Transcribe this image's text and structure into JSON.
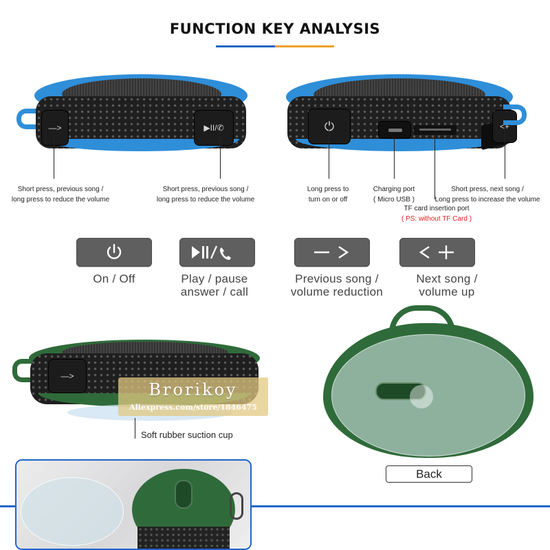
{
  "title": "FUNCTION KEY ANALYSIS",
  "colors": {
    "accent_blue": "#1e66c8",
    "accent_orange": "#f0a020",
    "speaker_blue": "#2f8ed8",
    "speaker_green": "#2f6b3a",
    "key_gray": "#5f5f5f",
    "note_red": "#e02020"
  },
  "left_view": {
    "key_left_glyph": "—>",
    "key_right_glyph": "▶II/✆",
    "callout_left": {
      "line1": "Short press, previous song /",
      "line2": "long press to reduce the volume"
    },
    "callout_right": {
      "line1": "Short press, previous song /",
      "line2": "long press to reduce the volume"
    }
  },
  "right_view": {
    "power_glyph": "⏻",
    "plus_glyph": "<+",
    "callout_power": {
      "line1": "Long press to",
      "line2": "turn on or off"
    },
    "callout_charging": {
      "line1": "Charging port",
      "line2": "( Micro USB )"
    },
    "callout_next": {
      "line1": "Short press, next song /",
      "line2": "Long press to increase the volume"
    },
    "callout_tf": "TF card insertion port",
    "callout_tf_note": "( PS: without TF Card )"
  },
  "keys": [
    {
      "glyph": "⏻",
      "label1": "On / Off",
      "label2": ""
    },
    {
      "glyph": "▶II/✆",
      "label1": "Play / pause",
      "label2": "answer / call"
    },
    {
      "glyph": "— >",
      "label1": "Previous song /",
      "label2": "volume reduction"
    },
    {
      "glyph": "< +",
      "label1": "Next song /",
      "label2": "volume up"
    }
  ],
  "green_view": {
    "key_glyph": "—>",
    "watermark_name": "Brorikoy",
    "watermark_url": "Aliexpress.com/store/1846475",
    "callout": "Soft rubber suction cup"
  },
  "back_label": "Back"
}
